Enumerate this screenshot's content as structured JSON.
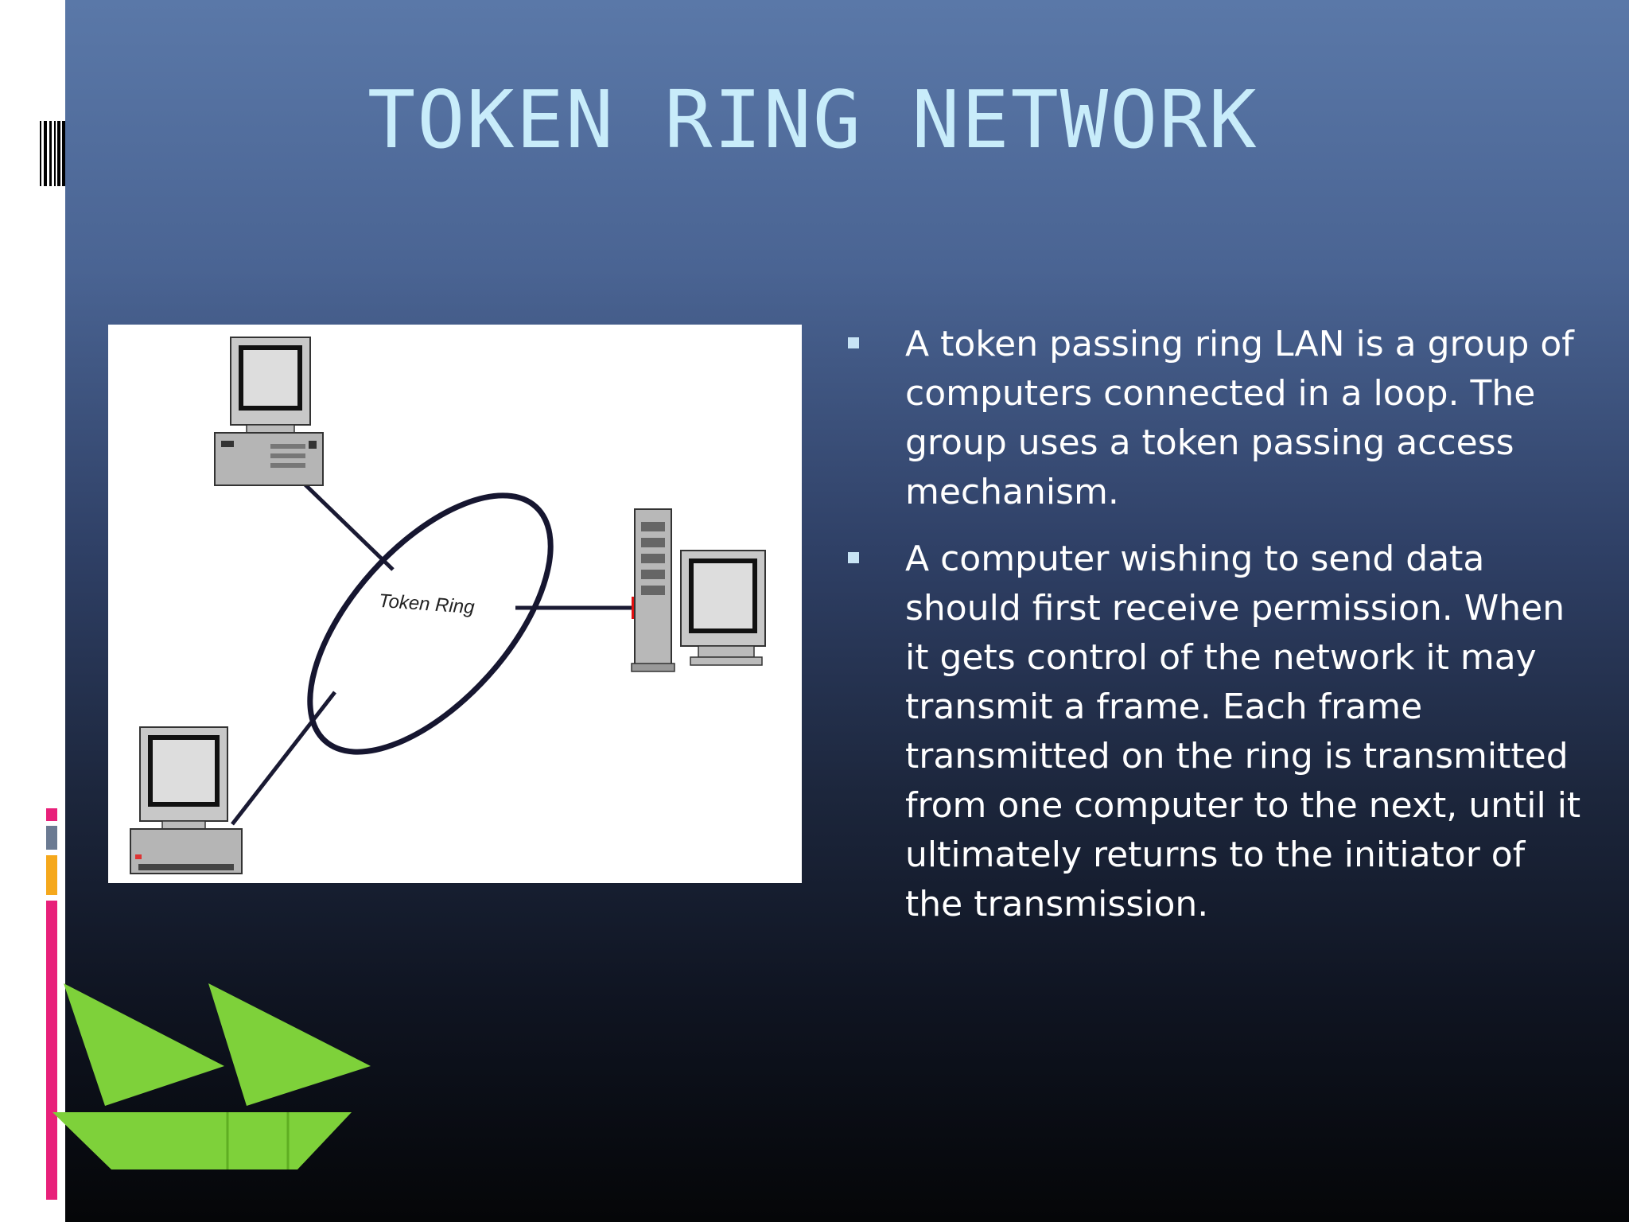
{
  "slide": {
    "title": "TOKEN RING NETWORK",
    "bullets": [
      "A token passing ring LAN is a group of computers connected in a loop. The group uses a token passing access mechanism.",
      "A computer wishing to send data should first receive permission. When it gets control of the network it may transmit a frame.  Each frame transmitted on the ring is transmitted from one computer to the next, until it ultimately returns to the initiator of the transmission."
    ]
  },
  "diagram": {
    "ring_label": "Token Ring"
  },
  "colors": {
    "title": "#c8ecfa",
    "text": "#ffffff",
    "bullet": "#c8e4f5",
    "boat": "#7ed13a",
    "accent_pink": "#e8207a",
    "accent_orange": "#f5a81c",
    "accent_gray": "#6b7a92"
  },
  "icons": {
    "computers": [
      "desktop-computer-icon",
      "tower-computer-icon",
      "desktop-computer-icon"
    ],
    "decoration": "sailboat-icon"
  }
}
